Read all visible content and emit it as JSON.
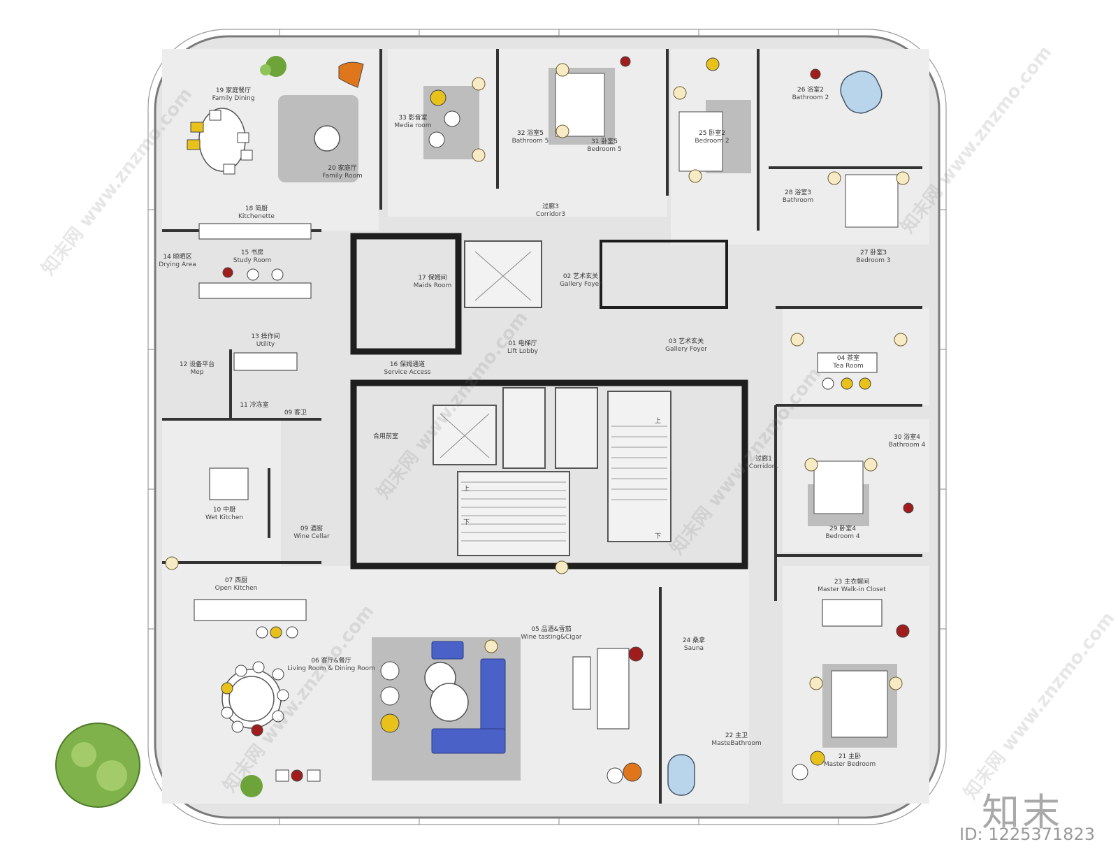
{
  "rooms": [
    {
      "id": "01",
      "cn": "01 电梯厅",
      "en": "Lift Lobby"
    },
    {
      "id": "02",
      "cn": "02 艺术玄关",
      "en": "Gallery Foyer"
    },
    {
      "id": "03",
      "cn": "03 艺术玄关",
      "en": "Gallery Foyer"
    },
    {
      "id": "04",
      "cn": "04 茶室",
      "en": "Tea Room"
    },
    {
      "id": "05",
      "cn": "05 品酒&雪茄",
      "en": "Wine tasting&Cigar"
    },
    {
      "id": "06",
      "cn": "06 客厅&餐厅",
      "en": "Living Room & Dining Room"
    },
    {
      "id": "07",
      "cn": "07 西厨",
      "en": "Open Kitchen"
    },
    {
      "id": "09w",
      "cn": "09 酒窖",
      "en": "Wine Cellar"
    },
    {
      "id": "09g",
      "cn": "09 客卫",
      "en": ""
    },
    {
      "id": "10",
      "cn": "10 中厨",
      "en": "Wet Kitchen"
    },
    {
      "id": "11",
      "cn": "11 冷冻室",
      "en": ""
    },
    {
      "id": "12",
      "cn": "12 设备平台",
      "en": "Mep"
    },
    {
      "id": "13",
      "cn": "13 操作间",
      "en": "Utility"
    },
    {
      "id": "14",
      "cn": "14 晾晒区",
      "en": "Drying Area"
    },
    {
      "id": "15",
      "cn": "15 书房",
      "en": "Study Room"
    },
    {
      "id": "16",
      "cn": "16 保姆通道",
      "en": "Service Access"
    },
    {
      "id": "17",
      "cn": "17 保姆间",
      "en": "Maids Room"
    },
    {
      "id": "18",
      "cn": "18 简厨",
      "en": "Kitchenette"
    },
    {
      "id": "19",
      "cn": "19 家庭餐厅",
      "en": "Family Dining"
    },
    {
      "id": "20",
      "cn": "20 家庭厅",
      "en": "Family Room"
    },
    {
      "id": "21",
      "cn": "21 主卧",
      "en": "Master Bedroom"
    },
    {
      "id": "22",
      "cn": "22 主卫",
      "en": "MasteBathroom"
    },
    {
      "id": "23",
      "cn": "23 主衣帽间",
      "en": "Master Walk-in Closet"
    },
    {
      "id": "24",
      "cn": "24 桑拿",
      "en": "Sauna"
    },
    {
      "id": "25",
      "cn": "25 卧室2",
      "en": "Bedroom 2"
    },
    {
      "id": "26",
      "cn": "26 浴室2",
      "en": "Bathroom 2"
    },
    {
      "id": "27",
      "cn": "27 卧室3",
      "en": "Bedroom 3"
    },
    {
      "id": "28",
      "cn": "28 浴室3",
      "en": "Bathroom"
    },
    {
      "id": "29",
      "cn": "29 卧室4",
      "en": "Bedroom 4"
    },
    {
      "id": "30",
      "cn": "30 浴室4",
      "en": "Bathroom 4"
    },
    {
      "id": "31",
      "cn": "31 卧室5",
      "en": "Bedroom 5"
    },
    {
      "id": "32",
      "cn": "32 浴室5",
      "en": "Bathroom 5"
    },
    {
      "id": "33",
      "cn": "33 影音室",
      "en": "Media room"
    },
    {
      "id": "c1",
      "cn": "过廊1",
      "en": "Corridor1"
    },
    {
      "id": "c3",
      "cn": "过廊3",
      "en": "Corridor3"
    },
    {
      "id": "fs",
      "cn": "合用前室",
      "en": ""
    }
  ],
  "stair_marks": {
    "up": "上",
    "down": "下"
  },
  "watermark_text": "知末网 www.znzmo.com",
  "brand": "知末",
  "image_id": "ID: 1225371823",
  "colors": {
    "floor": "#e4e4e4",
    "wall": "#222222",
    "rug": "#bdbdbd",
    "blue": "#4a62c8",
    "yellow": "#e8c21b",
    "orange": "#e0761b",
    "red": "#a11d1d",
    "green": "#6da43a"
  }
}
